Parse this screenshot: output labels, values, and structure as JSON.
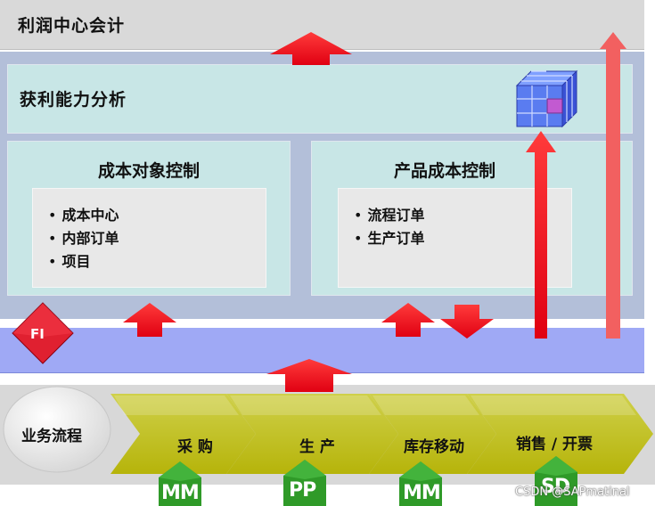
{
  "top": {
    "title": "利润中心会计"
  },
  "profitability": {
    "title": "获利能力分析"
  },
  "cost_object_control": {
    "title": "成本对象控制",
    "items": [
      "成本中心",
      "内部订单",
      "项目"
    ]
  },
  "product_cost_control": {
    "title": "产品成本控制",
    "items": [
      "流程订单",
      "生产订单"
    ]
  },
  "fi": {
    "label": "FI"
  },
  "business_process": {
    "label": "业务流程",
    "steps": [
      "采 购",
      "生 产",
      "库存移动",
      "销售 / 开票"
    ]
  },
  "modules": [
    "MM",
    "PP",
    "MM",
    "SD"
  ],
  "watermark": "CSDN @SAPmatinal",
  "colors": {
    "arrow_red": "#f0141e",
    "fi_bar": "#9fa9f5",
    "panel_teal": "#c8e6e6",
    "chevron_olive": "#c4c20e",
    "module_green": "#2f9a28"
  }
}
